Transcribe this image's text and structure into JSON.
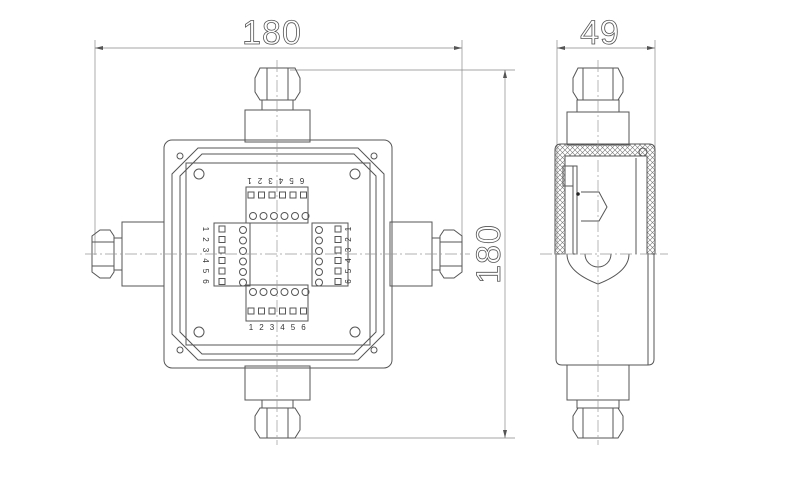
{
  "dimensions": {
    "front_width": "180",
    "front_height": "180",
    "side_depth": "49"
  },
  "terminals": {
    "top": [
      "6",
      "5",
      "4",
      "3",
      "2",
      "1"
    ],
    "bottom": [
      "1",
      "2",
      "3",
      "4",
      "5",
      "6"
    ],
    "left": [
      "1",
      "2",
      "3",
      "4",
      "5",
      "6"
    ],
    "right": [
      "1",
      "2",
      "3",
      "4",
      "5",
      "6"
    ]
  },
  "colors": {
    "line": "#555555",
    "background": "#ffffff"
  }
}
